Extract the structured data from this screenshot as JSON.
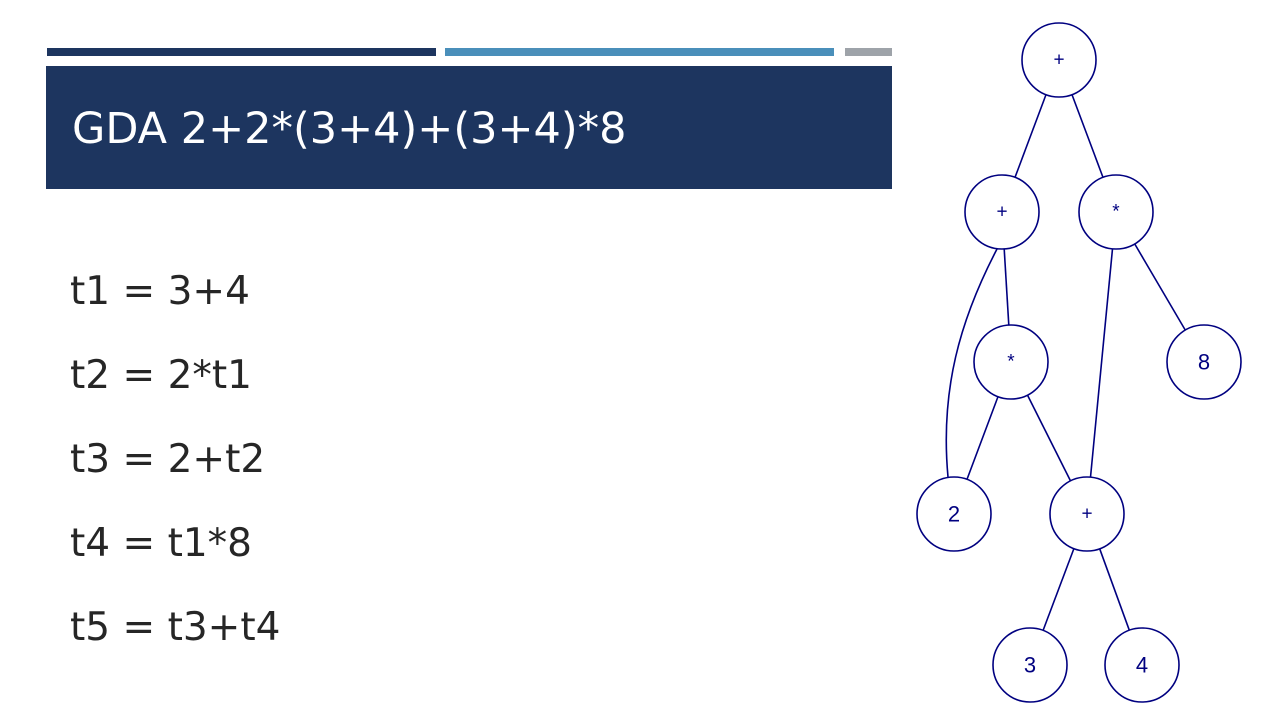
{
  "slide": {
    "title": "GDA 2+2*(3+4)+(3+4)*8",
    "code_lines": [
      "t1 = 3+4",
      "t2 = 2*t1",
      "t3 = 2+t2",
      "t4 = t1*8",
      "t5 = t3+t4"
    ]
  },
  "colors": {
    "title_band": "#1d355f",
    "accent_bar_dark": "#1d355f",
    "accent_bar_mid": "#4a8fba",
    "accent_bar_gray": "#9ea3a9",
    "diagram_stroke": "#000080",
    "body_text": "#262626"
  },
  "diagram": {
    "nodes": [
      {
        "id": "root_plus",
        "label": "+"
      },
      {
        "id": "left_plus",
        "label": "+"
      },
      {
        "id": "right_mul",
        "label": "*"
      },
      {
        "id": "mid_mul",
        "label": "*"
      },
      {
        "id": "leaf_8",
        "label": "8"
      },
      {
        "id": "leaf_2",
        "label": "2"
      },
      {
        "id": "inner_plus",
        "label": "+"
      },
      {
        "id": "leaf_3",
        "label": "3"
      },
      {
        "id": "leaf_4",
        "label": "4"
      }
    ],
    "edges": [
      {
        "from": "root_plus",
        "to": "left_plus"
      },
      {
        "from": "root_plus",
        "to": "right_mul"
      },
      {
        "from": "left_plus",
        "to": "leaf_2"
      },
      {
        "from": "left_plus",
        "to": "mid_mul"
      },
      {
        "from": "right_mul",
        "to": "inner_plus"
      },
      {
        "from": "right_mul",
        "to": "leaf_8"
      },
      {
        "from": "mid_mul",
        "to": "leaf_2"
      },
      {
        "from": "mid_mul",
        "to": "inner_plus"
      },
      {
        "from": "inner_plus",
        "to": "leaf_3"
      },
      {
        "from": "inner_plus",
        "to": "leaf_4"
      }
    ]
  }
}
